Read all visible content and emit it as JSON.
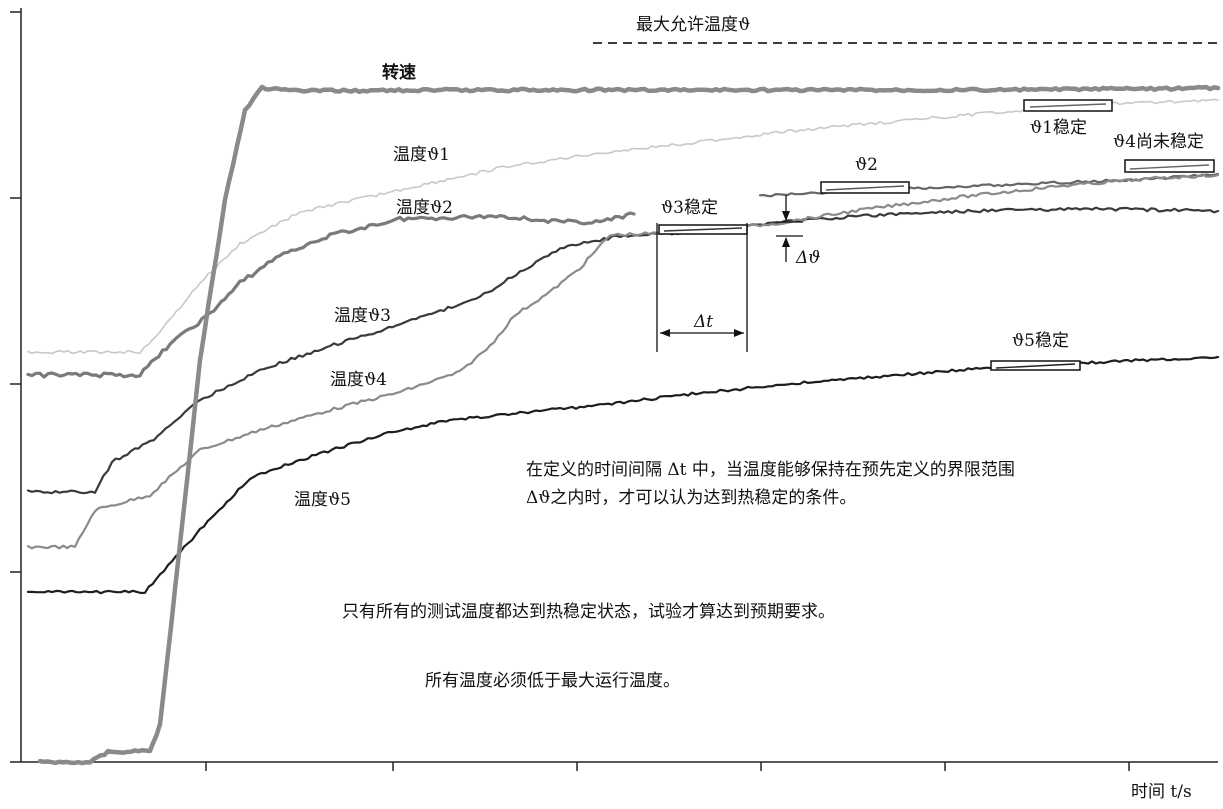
{
  "chart_data": {
    "type": "line",
    "xlabel": "时间 t/s",
    "max_temperature_label": "最大允许温度ϑ",
    "series": [
      {
        "name": "转速",
        "color": "#8a8a8a"
      },
      {
        "name": "温度ϑ1",
        "color": "#c8c8c8"
      },
      {
        "name": "温度ϑ2",
        "color": "#7a7a7a"
      },
      {
        "name": "温度ϑ3",
        "color": "#3a3a3a"
      },
      {
        "name": "温度ϑ4",
        "color": "#8a8a8a"
      },
      {
        "name": "温度ϑ5",
        "color": "#1e1e1e"
      }
    ],
    "stability_labels": {
      "t1": "ϑ1稳定",
      "t2": "ϑ2",
      "t3": "ϑ3稳定",
      "t4": "ϑ4尚未稳定",
      "t5": "ϑ5稳定"
    },
    "delta_t": "Δt",
    "delta_theta": "Δϑ",
    "grid": false
  },
  "notes": {
    "definition_line1": "在定义的时间间隔 Δt 中，当温度能够保持在预先定义的界限范围",
    "definition_line2": "Δϑ之内时，才可以认为达到热稳定的条件。",
    "requirement": "只有所有的测试温度都达到热稳定状态，试验才算达到预期要求。",
    "limit": "所有温度必须低于最大运行温度。"
  }
}
